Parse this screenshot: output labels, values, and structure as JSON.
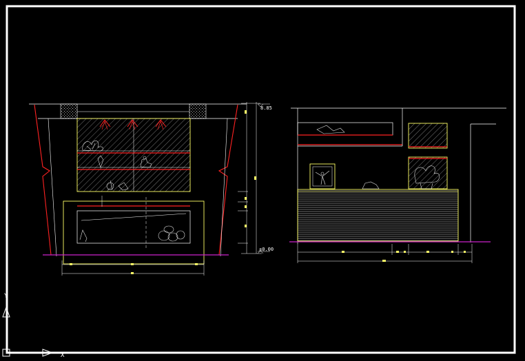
{
  "drawing": {
    "background": "#000000",
    "colors": {
      "frame": "#ffffff",
      "line": "#ffffff",
      "accent_yellow": "#ffff66",
      "accent_red": "#ff2222",
      "floor_magenta": "#cc22cc",
      "hatch": "#bbbbbb"
    },
    "left_elevation": {
      "top_level_label": "8.85",
      "floor_level_label": "±0.00"
    },
    "ucs_icon": {
      "y_axis_label": "Y",
      "x_axis_label": "X"
    }
  }
}
